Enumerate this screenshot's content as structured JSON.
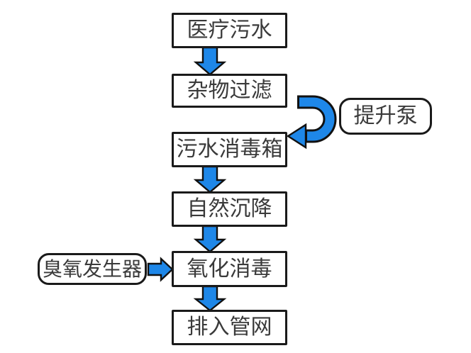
{
  "colors": {
    "arrow_fill": "#1e87e8",
    "arrow_outline": "#111111",
    "box_border": "#1a1a1a",
    "text": "#3a3a3a",
    "background": "#ffffff"
  },
  "nodes": {
    "medical_wastewater": {
      "label": "医疗污水",
      "shape": "rect"
    },
    "debris_filter": {
      "label": "杂物过滤",
      "shape": "rect"
    },
    "lift_pump": {
      "label": "提升泵",
      "shape": "rounded"
    },
    "disinfection_tank": {
      "label": "污水消毒箱",
      "shape": "rect"
    },
    "natural_settling": {
      "label": "自然沉降",
      "shape": "rect"
    },
    "ozone_generator": {
      "label": "臭氧发生器",
      "shape": "rounded"
    },
    "oxidation_disinfection": {
      "label": "氧化消毒",
      "shape": "rect"
    },
    "discharge_pipe_network": {
      "label": "排入管网",
      "shape": "rect"
    }
  },
  "edges": [
    {
      "from": "医疗污水",
      "to": "杂物过滤",
      "type": "down-arrow"
    },
    {
      "from": "杂物过滤",
      "to": "污水消毒箱",
      "type": "u-turn-arrow",
      "via": "提升泵"
    },
    {
      "from": "污水消毒箱",
      "to": "自然沉降",
      "type": "down-arrow"
    },
    {
      "from": "自然沉降",
      "to": "氧化消毒",
      "type": "down-arrow"
    },
    {
      "from": "臭氧发生器",
      "to": "氧化消毒",
      "type": "right-arrow"
    },
    {
      "from": "氧化消毒",
      "to": "排入管网",
      "type": "down-arrow"
    }
  ]
}
